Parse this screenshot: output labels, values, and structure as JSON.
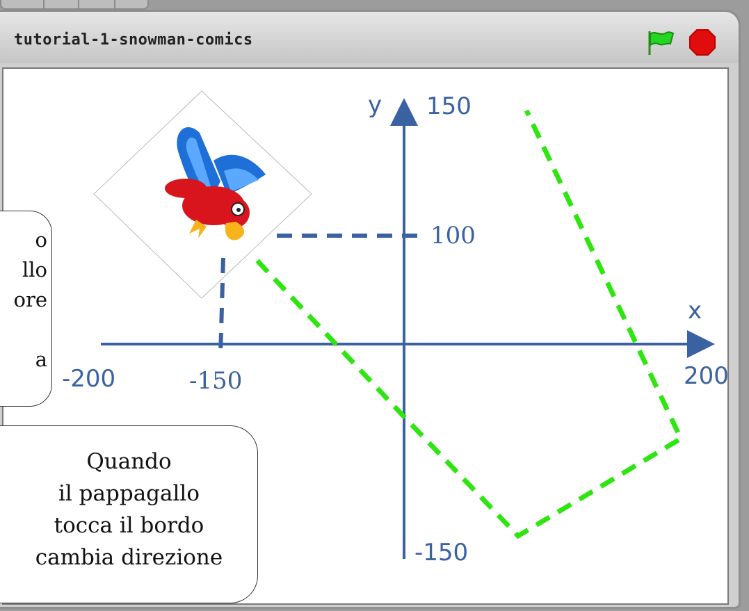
{
  "window": {
    "title": "tutorial-1-snowman-comics",
    "green_flag_icon": "green-flag-icon",
    "stop_icon": "stop-sign-icon"
  },
  "stage": {
    "x_axis_label": "x",
    "y_axis_label": "y",
    "labels": {
      "y_top": "150",
      "y_mid": "100",
      "y_bottom": "-150",
      "x_left": "-200",
      "x_mid": "-150",
      "x_right": "200"
    },
    "sprite": "parrot-sprite",
    "bubble_left_lines": [
      "o",
      "llo",
      "ore",
      "",
      "a"
    ],
    "bubble_right_lines": [
      "Quando",
      "il pappagallo",
      "tocca il bordo",
      "cambia direzione"
    ]
  },
  "colors": {
    "axis": "#3a61a1",
    "path": "#2ee60f",
    "stop": "#e10d0d",
    "flag": "#22d622"
  }
}
